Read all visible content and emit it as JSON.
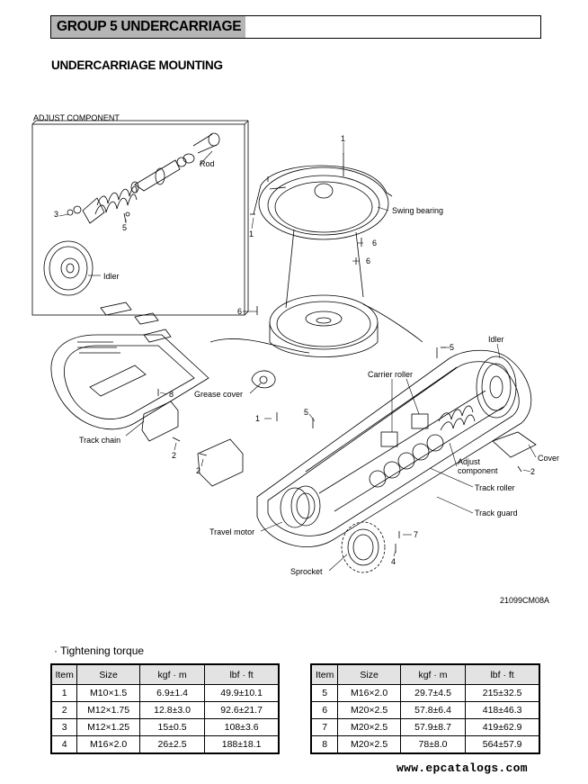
{
  "header": {
    "group_title": "GROUP 5 UNDERCARRIAGE"
  },
  "section_title": "UNDERCARRIAGE MOUNTING",
  "diagram": {
    "inset_title": "ADJUST COMPONENT",
    "labels": {
      "rod": "Rod",
      "idler_inset": "Idler",
      "swing_bearing": "Swing bearing",
      "track_chain": "Track chain",
      "grease_cover": "Grease cover",
      "carrier_roller": "Carrier roller",
      "idler": "Idler",
      "cover": "Cover",
      "adjust_component": "Adjust\ncomponent",
      "track_roller": "Track roller",
      "track_guard": "Track guard",
      "travel_motor": "Travel motor",
      "sprocket": "Sprocket"
    },
    "callouts": {
      "c1_top": "1",
      "c1_left": "1",
      "c1_grease": "1",
      "c2_chain": "2",
      "c2_plate": "2",
      "c2_cover": "2",
      "c3": "3",
      "c4": "4",
      "c5_inset": "5",
      "c5_top": "5",
      "c5_mid": "5",
      "c6_a": "6",
      "c6_b": "6",
      "c6_c": "6",
      "c7": "7",
      "c8": "8"
    },
    "figure_code": "21099CM08A"
  },
  "torque": {
    "title": "· Tightening torque",
    "headers": [
      "Item",
      "Size",
      "kgf · m",
      "lbf · ft"
    ],
    "left_rows": [
      [
        "1",
        "M10×1.5",
        "6.9±1.4",
        "49.9±10.1"
      ],
      [
        "2",
        "M12×1.75",
        "12.8±3.0",
        "92.6±21.7"
      ],
      [
        "3",
        "M12×1.25",
        "15±0.5",
        "108±3.6"
      ],
      [
        "4",
        "M16×2.0",
        "26±2.5",
        "188±18.1"
      ]
    ],
    "right_rows": [
      [
        "5",
        "M16×2.0",
        "29.7±4.5",
        "215±32.5"
      ],
      [
        "6",
        "M20×2.5",
        "57.8±6.4",
        "418±46.3"
      ],
      [
        "7",
        "M20×2.5",
        "57.9±8.7",
        "419±62.9"
      ],
      [
        "8",
        "M20×2.5",
        "78±8.0",
        "564±57.9"
      ]
    ]
  },
  "footer": {
    "url": "www.epcatalogs.com"
  }
}
